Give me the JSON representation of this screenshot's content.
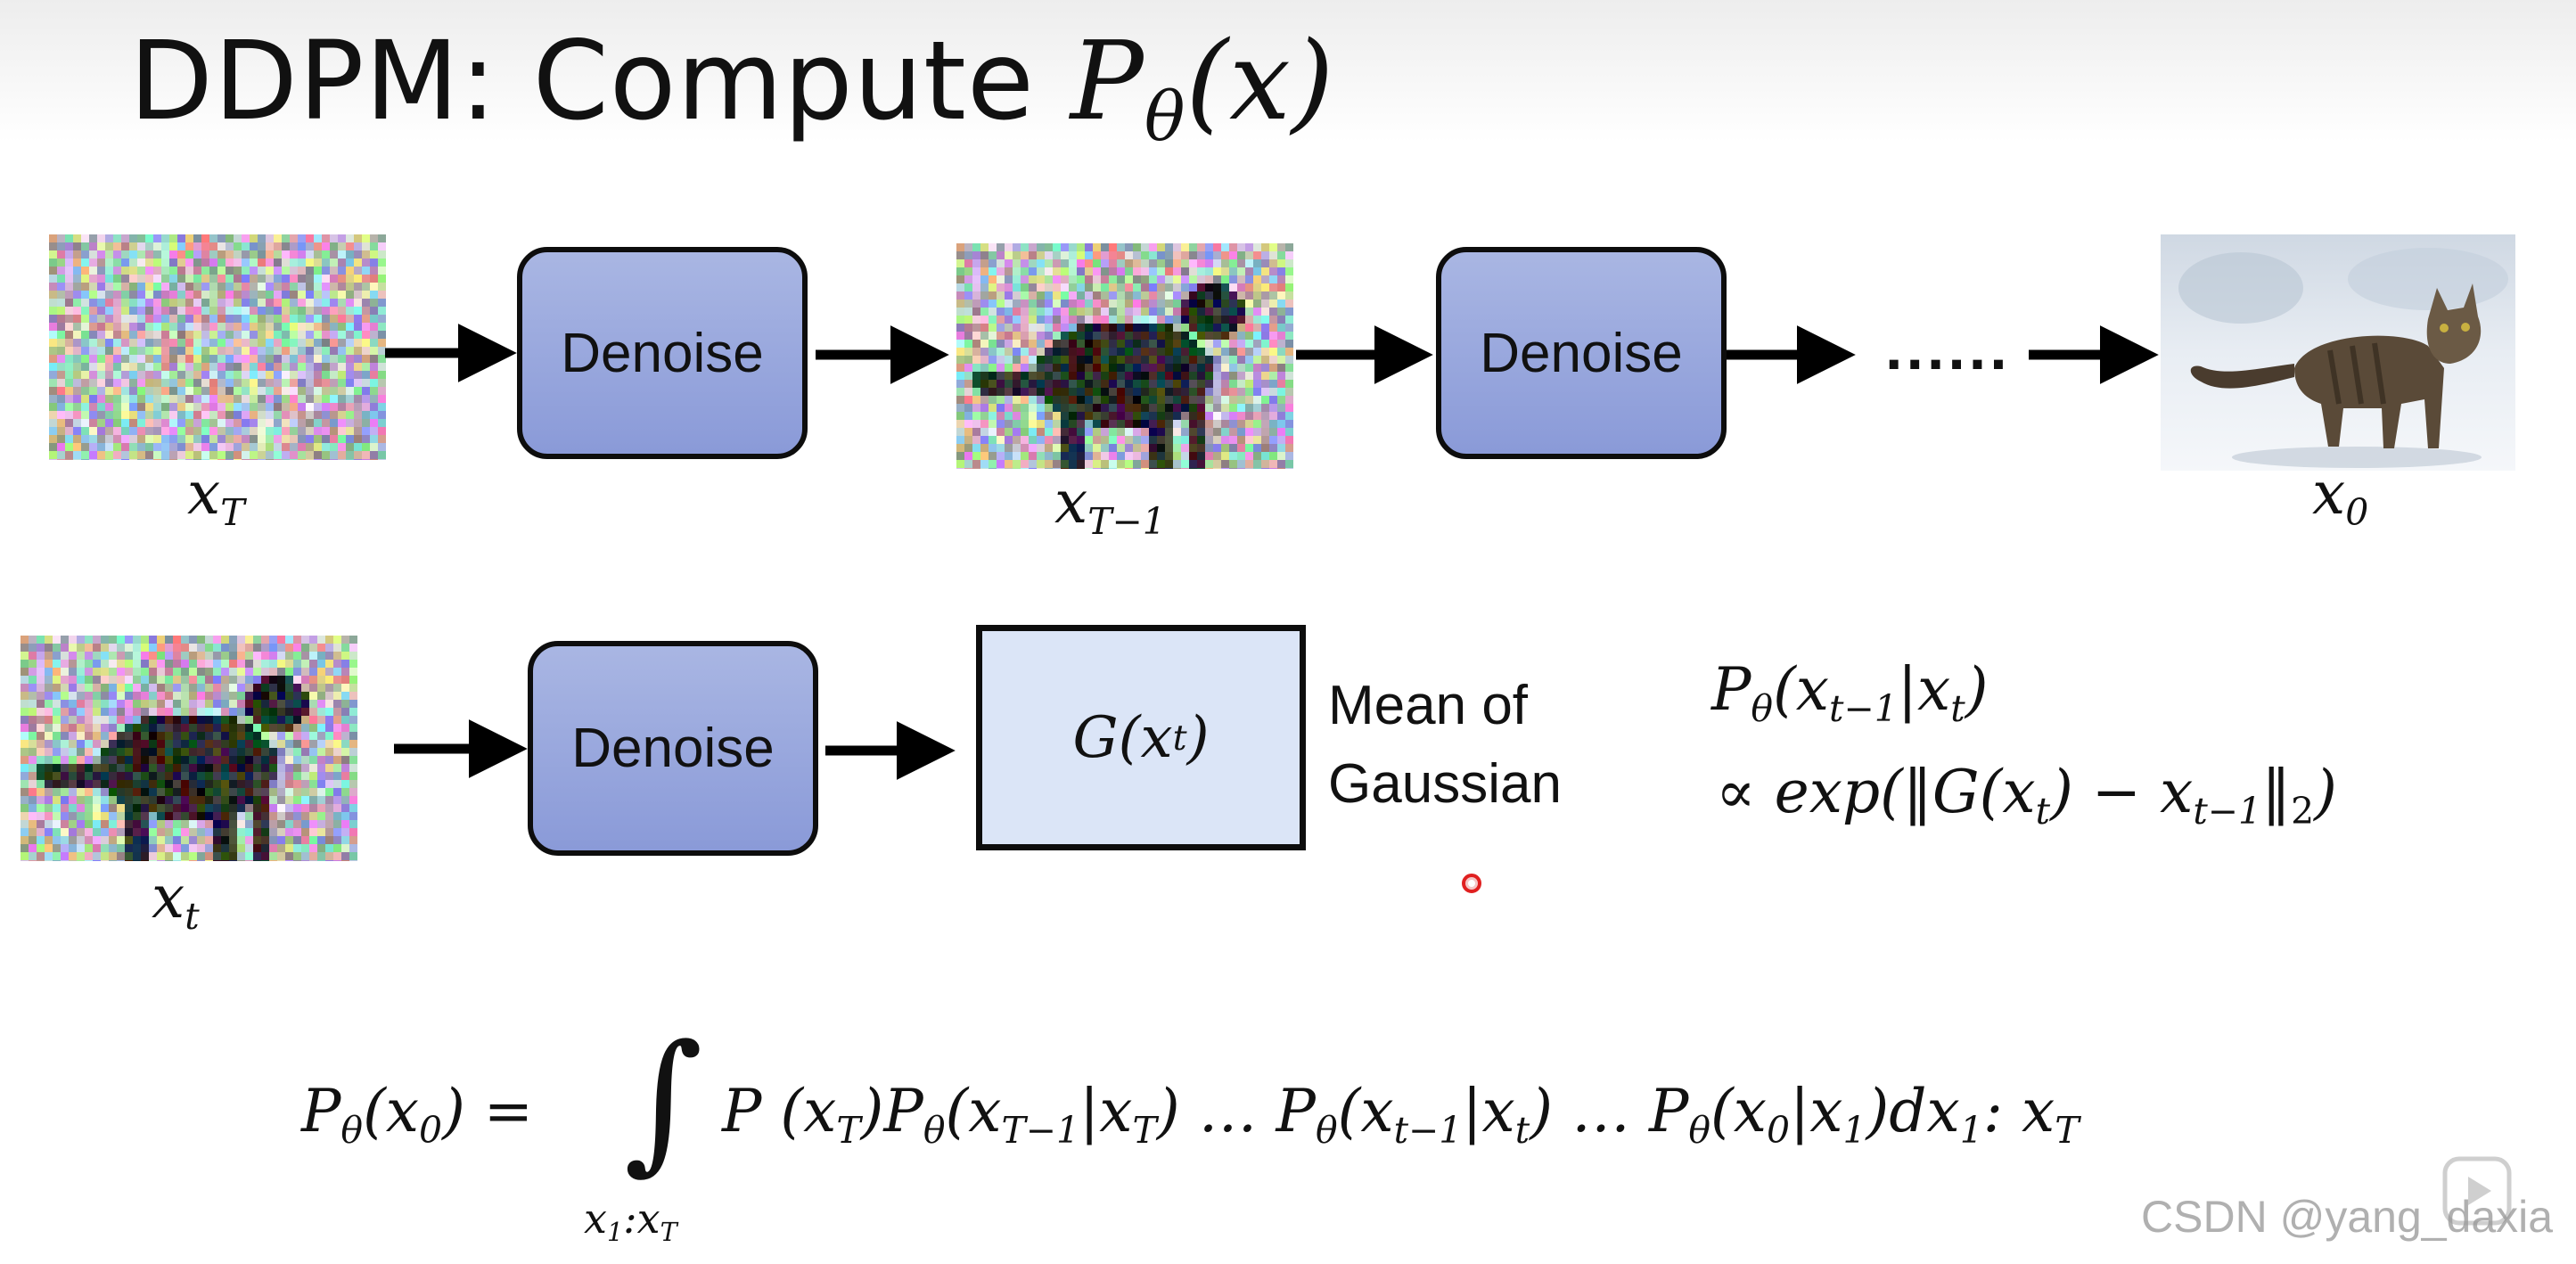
{
  "slide": {
    "title_text": "DDPM: Compute",
    "title_math": "Pθ(x)",
    "title_math_P": "P",
    "title_math_sub": "θ",
    "title_math_rest": "(x)"
  },
  "top_row": {
    "denoise_1": "Denoise",
    "denoise_2": "Denoise",
    "ellipsis": "......",
    "label_xT": {
      "base": "x",
      "sub": "T"
    },
    "label_xT1": {
      "base": "x",
      "sub": "T−1"
    },
    "label_x0": {
      "base": "x",
      "sub": "0"
    }
  },
  "mid_row": {
    "denoise": "Denoise",
    "g_box": {
      "pre": "G(x",
      "sub": "t",
      "post": ")"
    },
    "caption_line1": "Mean of",
    "caption_line2": "Gaussian",
    "label_xt": {
      "base": "x",
      "sub": "t"
    },
    "prob_line1": {
      "P": "P",
      "theta": "θ",
      "open": "(x",
      "sub1": "t−1",
      "mid": "|x",
      "sub2": "t",
      "close": ")"
    },
    "prob_line2": {
      "a": "∝ exp(‖G(x",
      "sub1": "t",
      "b": ") − x",
      "sub2": "t−1",
      "c": "‖",
      "sub3": "2",
      "d": ")"
    }
  },
  "bottom_formula": {
    "lhs_P": "P",
    "lhs_theta": "θ",
    "lhs_arg": "(x",
    "lhs_sub": "0",
    "lhs_close": ") =",
    "integral": "∫",
    "limits": {
      "a": "x",
      "a_sub": "1",
      "colon": ":x",
      "b_sub": "T"
    },
    "rhs": [
      {
        "t": "P (x"
      },
      {
        "s": "T"
      },
      {
        "t": ")P"
      },
      {
        "s": "θ"
      },
      {
        "t": "(x"
      },
      {
        "s": "T−1"
      },
      {
        "t": "|x"
      },
      {
        "s": "T"
      },
      {
        "t": ") … P"
      },
      {
        "s": "θ"
      },
      {
        "t": "(x"
      },
      {
        "s": "t−1"
      },
      {
        "t": "|x"
      },
      {
        "s": "t"
      },
      {
        "t": ") … P"
      },
      {
        "s": "θ"
      },
      {
        "t": "(x"
      },
      {
        "s": "0"
      },
      {
        "t": "|x"
      },
      {
        "s": "1"
      },
      {
        "t": ")dx"
      },
      {
        "s": "1"
      },
      {
        "t": ": x"
      },
      {
        "s": "T"
      }
    ]
  },
  "watermark": "CSDN @yang_daxia",
  "colors": {
    "denoise_fill": "#97a6dd",
    "g_box_fill": "#dbe5f7",
    "arrow": "#000000",
    "pointer": "#e02020"
  }
}
